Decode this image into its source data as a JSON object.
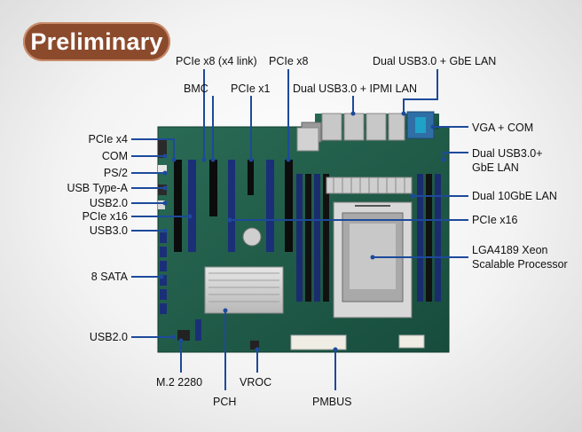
{
  "badge": {
    "text": "Preliminary"
  },
  "labels": {
    "pcie_x8_x4": "PCIe x8 (x4 link)",
    "pcie_x8": "PCIe x8",
    "dual_usb_gbe_top": "Dual USB3.0 + GbE LAN",
    "bmc": "BMC",
    "pcie_x1": "PCIe x1",
    "dual_usb_ipmi": "Dual USB3.0 + IPMI LAN",
    "vga_com": "VGA + COM",
    "pcie_x4": "PCIe x4",
    "com": "COM",
    "ps2": "PS/2",
    "usb_type_a": "USB Type-A",
    "usb20_top": "USB2.0",
    "pcie_x16_left": "PCIe x16",
    "usb30": "USB3.0",
    "dual_usb_gbe_right_1": "Dual USB3.0+",
    "dual_usb_gbe_right_2": "GbE LAN",
    "dual_10gbe": "Dual 10GbE LAN",
    "pcie_x16_right": "PCIe x16",
    "lga_1": "LGA4189 Xeon",
    "lga_2": "Scalable Processor",
    "sata": "8 SATA",
    "usb20_bottom": "USB2.0",
    "m2": "M.2 2280",
    "vroc": "VROC",
    "pch": "PCH",
    "pmbus": "PMBUS"
  },
  "colors": {
    "badge": "#8c4a2c",
    "board": "#1f5a48",
    "callout": "#1d4a9b",
    "slot": "#23357a"
  }
}
